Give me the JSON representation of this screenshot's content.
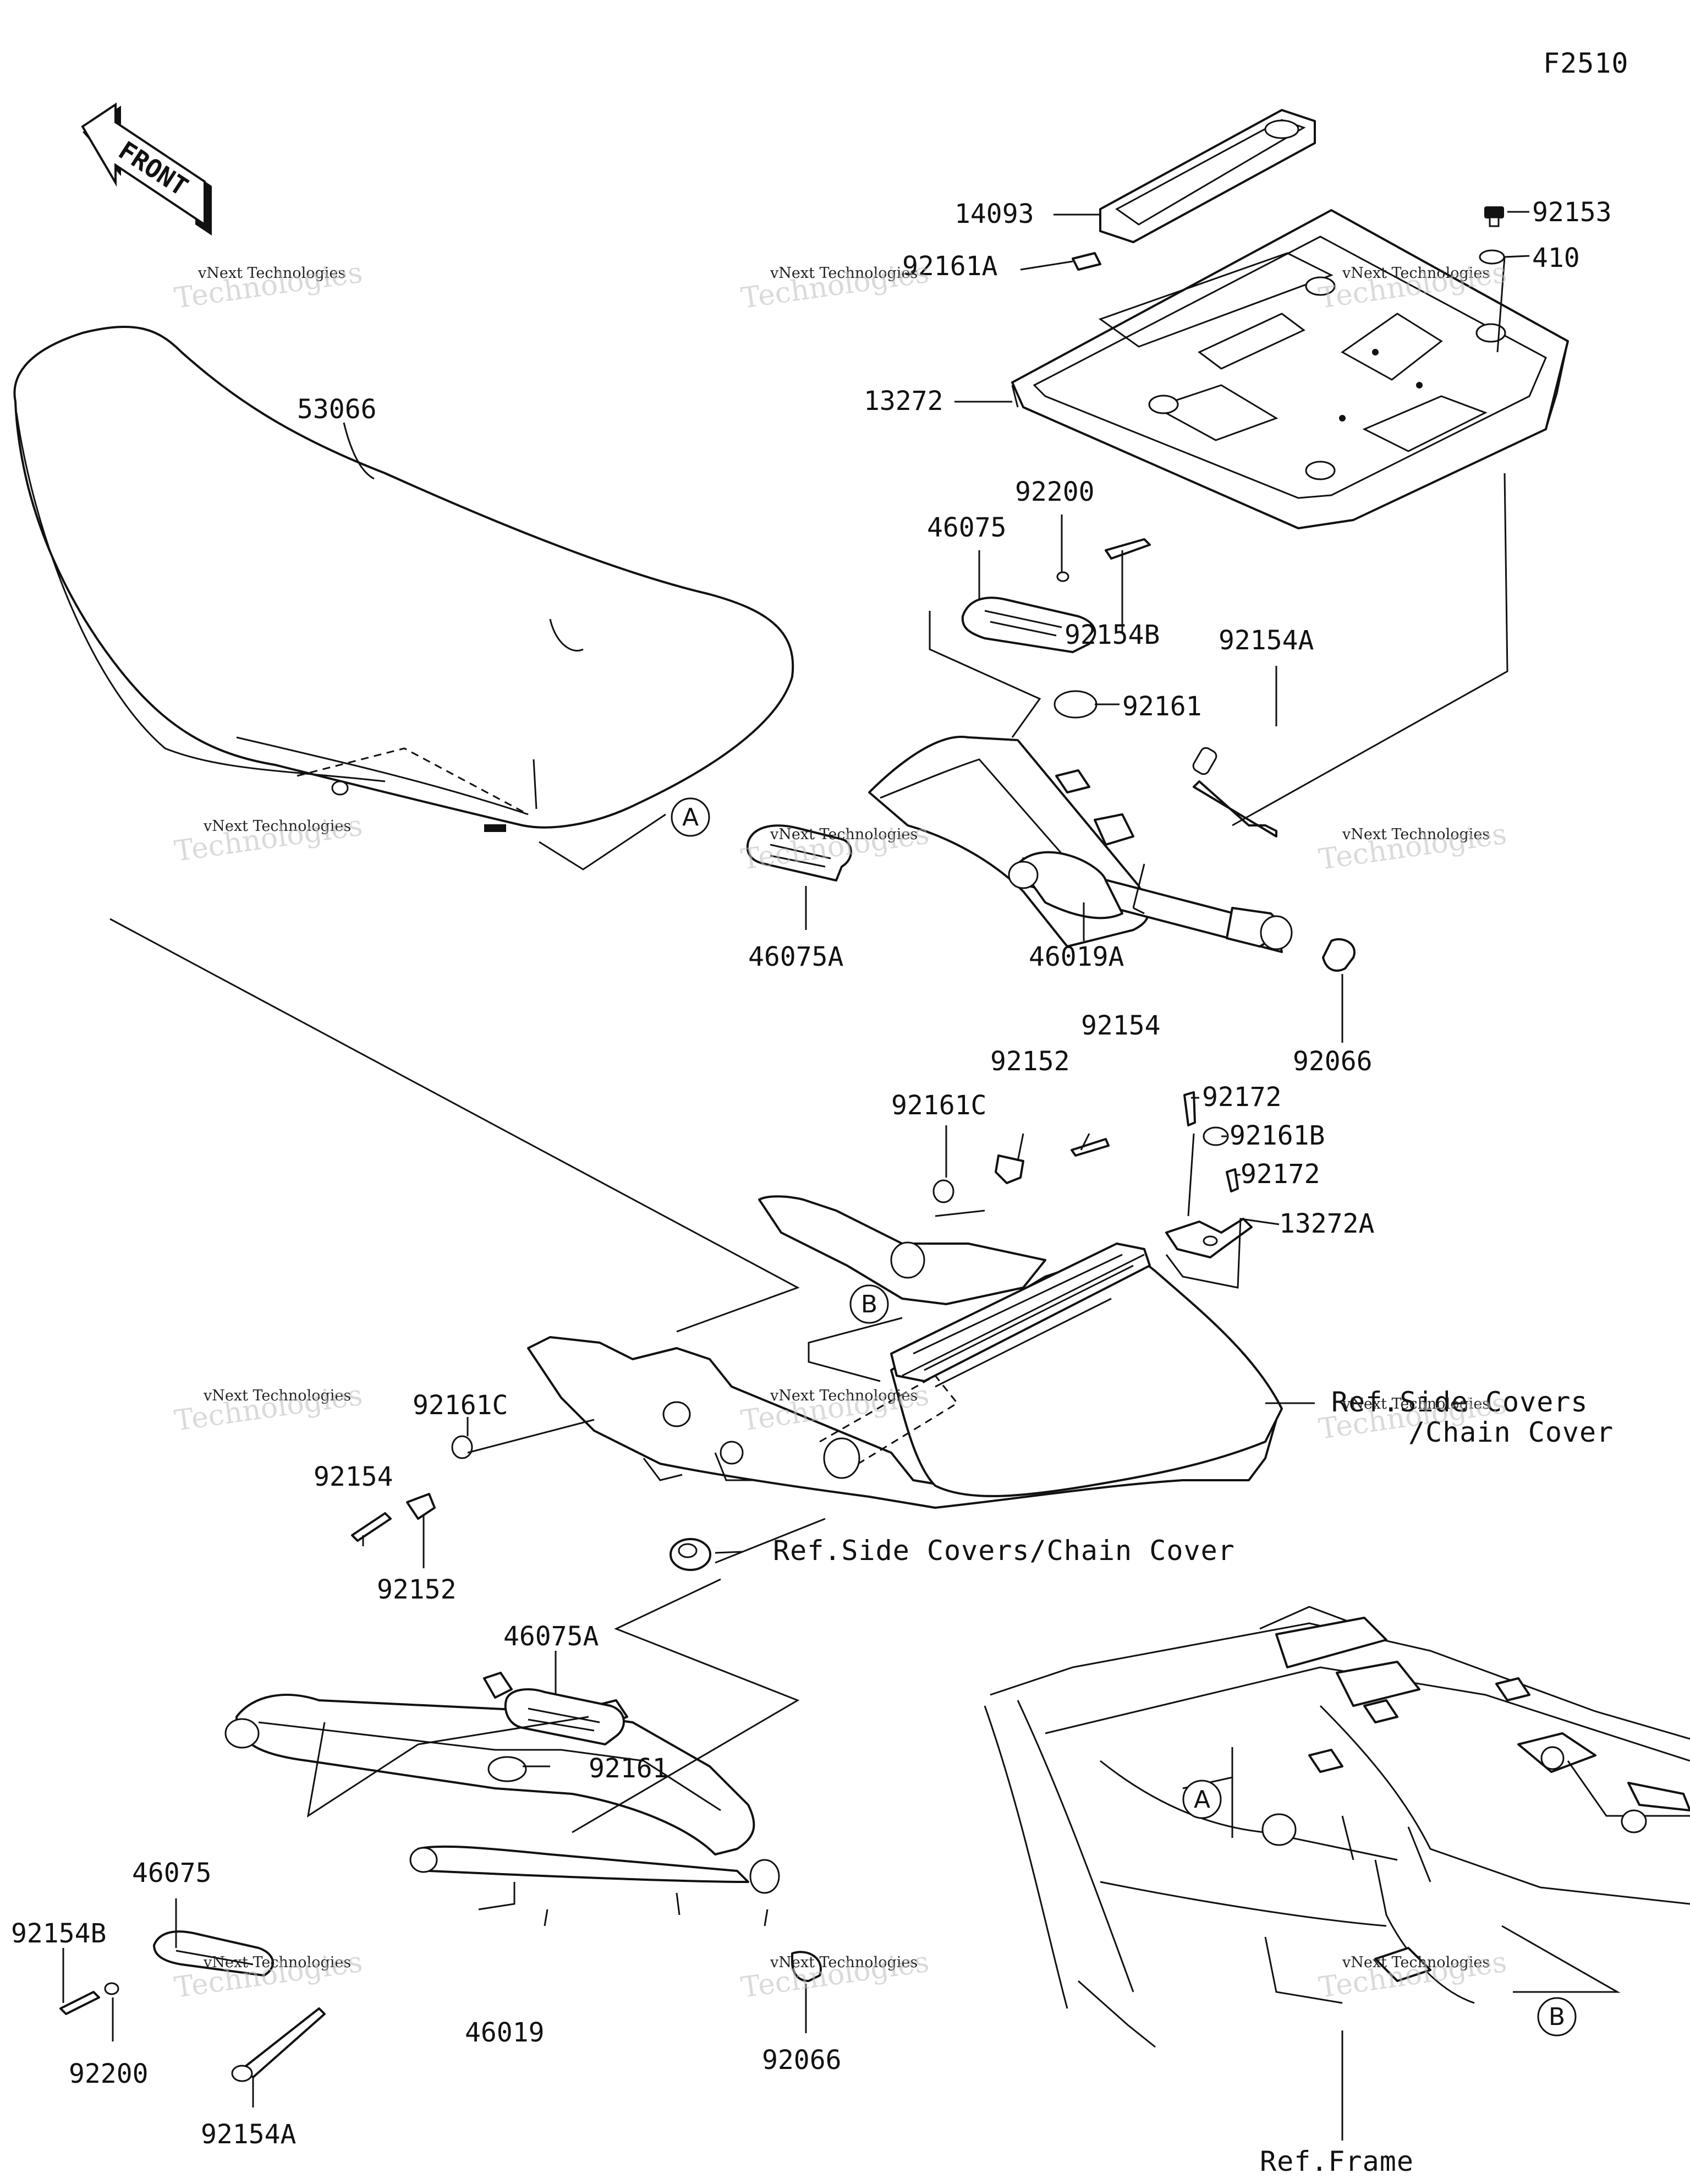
{
  "diagram_code": "F2510",
  "direction_arrow": {
    "label": "FRONT",
    "icon": "front-arrow-icon"
  },
  "watermark": {
    "line1": "vNext Technologies",
    "line2": "Technologies"
  },
  "callouts": {
    "a": "A",
    "b": "B"
  },
  "parts": {
    "p14093": "14093",
    "p92161A": "92161A",
    "p92153": "92153",
    "p410": "410",
    "p13272": "13272",
    "p53066": "53066",
    "p92200_top": "92200",
    "p46075_top": "46075",
    "p92154B_top": "92154B",
    "p92154A_top": "92154A",
    "p92161_top": "92161",
    "p46075A_top": "46075A",
    "p46019A": "46019A",
    "p92066_top": "92066",
    "p92154_mid": "92154",
    "p92152_mid": "92152",
    "p92161C_mid": "92161C",
    "p92172_a": "92172",
    "p92161B": "92161B",
    "p92172_b": "92172",
    "p13272A": "13272A",
    "p92161C_left": "92161C",
    "p92154_left": "92154",
    "p92152_left": "92152",
    "p46075A_bot": "46075A",
    "p92161_bot": "92161",
    "p46075_bot": "46075",
    "p92154B_bot": "92154B",
    "p92200_bot": "92200",
    "p46019": "46019",
    "p92066_bot": "92066",
    "p92154A_bot": "92154A"
  },
  "references": {
    "side_covers_line1": "Ref.Side Covers",
    "side_covers_line2": "/Chain Cover",
    "side_covers_inline": "Ref.Side Covers/Chain Cover",
    "frame": "Ref.Frame"
  }
}
